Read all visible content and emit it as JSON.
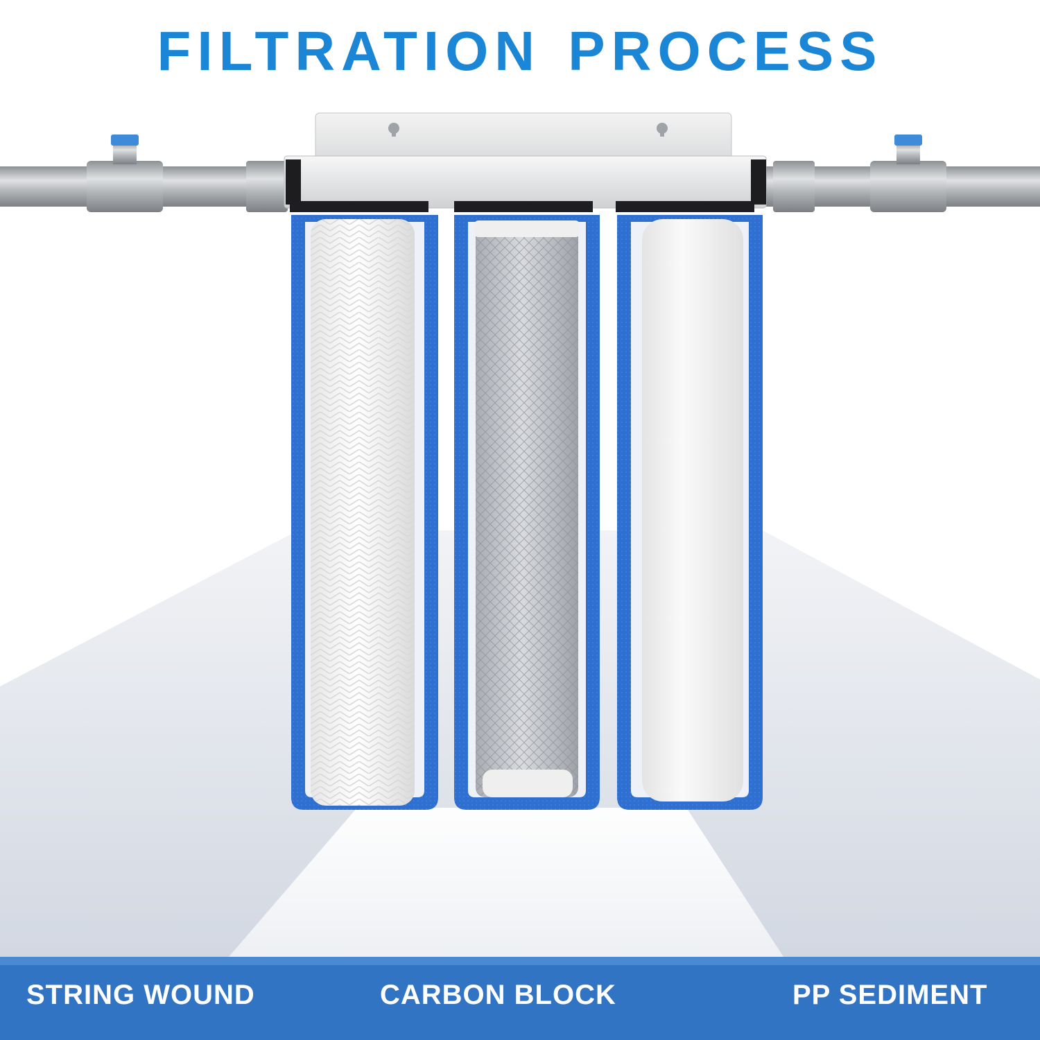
{
  "title": "FILTRATION PROCESS",
  "stages": [
    {
      "label": "STRING WOUND",
      "icon": "string-wound-cartridge"
    },
    {
      "label": "CARBON BLOCK",
      "icon": "carbon-block-cartridge"
    },
    {
      "label": "PP SEDIMENT",
      "icon": "pp-sediment-cartridge"
    }
  ],
  "colors": {
    "title": "#1b86d6",
    "housing": "#2e6fd0",
    "bottom_bar": "#3274c4",
    "pipe": "#a7aaae",
    "label_text": "#ffffff"
  }
}
